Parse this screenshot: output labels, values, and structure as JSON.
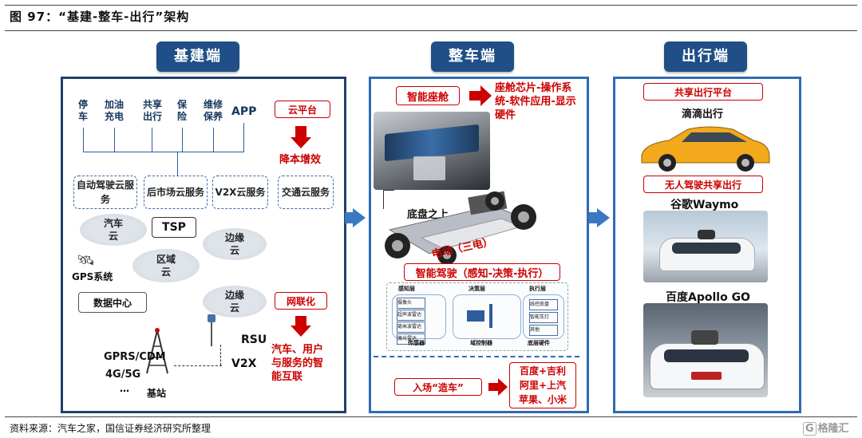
{
  "figure": {
    "title": "图 97：“基建-整车-出行”架构"
  },
  "sections": {
    "infra": "基建端",
    "vehicle": "整车端",
    "mobility": "出行端"
  },
  "infra": {
    "top_items": [
      "停车",
      "加油充电",
      "共享出行",
      "保险",
      "维修保养",
      "APP"
    ],
    "cloud_platform": "云平台",
    "cost_down": "降本增效",
    "services": [
      "自动驾驶云服务",
      "后市场云服务",
      "V2X云服务",
      "交通云服务"
    ],
    "clouds": {
      "car_cloud": "汽车云",
      "edge1": "边缘云",
      "region": "区域云",
      "edge2": "边缘云"
    },
    "tsp": "TSP",
    "gps": "GPS系统",
    "data_center": "数据中心",
    "rsu": "RSU",
    "v2x": "V2X",
    "network": "GPRS/CDM",
    "network2": "4G/5G",
    "network3": "…",
    "base_station": "基站",
    "connected": "网联化",
    "connected_desc": "汽车、用户与服务的智能互联"
  },
  "vehicle": {
    "cockpit": "智能座舱",
    "cockpit_desc": "座舱芯片-操作系统-软件应用-显示硬件",
    "chassis": "底盘之上",
    "electric": "电动（三电）",
    "adas": "智能驾驶（感知-决策-执行）",
    "layers": [
      "感知层",
      "决策层",
      "执行层"
    ],
    "sensors": [
      "摄像头",
      "超声波雷达",
      "毫米波雷达",
      "激光雷达"
    ],
    "actuators": [
      "线控底盘",
      "智能车灯",
      "其他"
    ],
    "bottom_labels": [
      "传感器",
      "域控制器",
      "底层硬件"
    ],
    "entrants": "入场“造车”",
    "entrants_desc": "百度+吉利阿里+上汽苹果、小米"
  },
  "mobility": {
    "shared": "共享出行平台",
    "didi": "滴滴出行",
    "robotaxi": "无人驾驶共享出行",
    "waymo": "谷歌Waymo",
    "apollo": "百度Apollo GO"
  },
  "footer": {
    "source": "资料来源：汽车之家，国信证券经济研究所整理",
    "watermark": "格隆汇"
  },
  "colors": {
    "navy": "#1f4f86",
    "red": "#c00000",
    "arrow": "#3a78c2"
  }
}
